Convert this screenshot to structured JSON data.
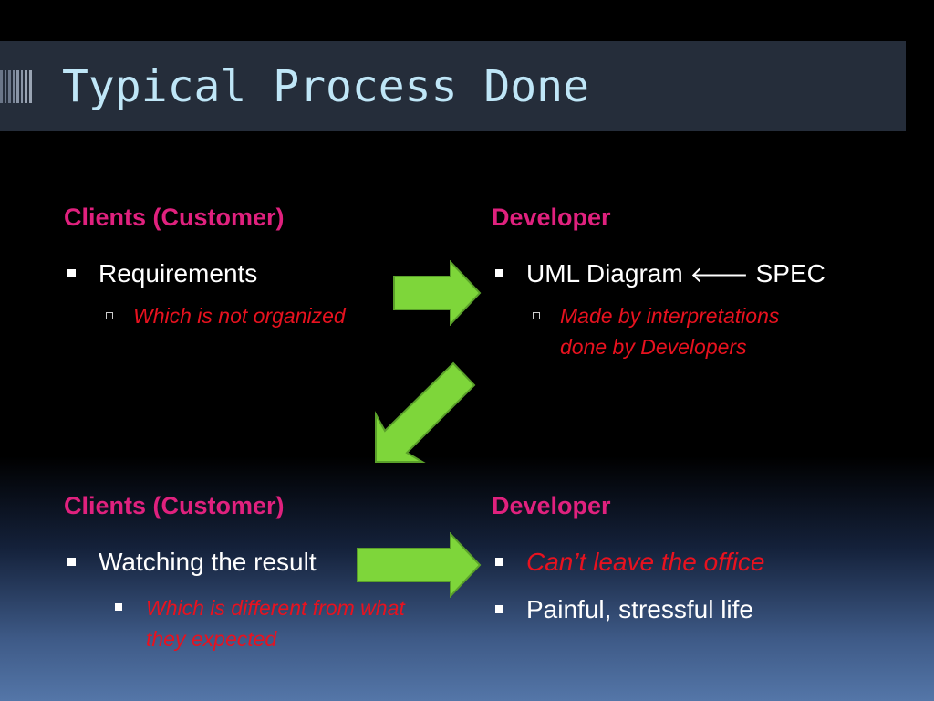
{
  "title": "Typical Process Done",
  "top": {
    "left_heading": "Clients (Customer)",
    "right_heading": "Developer",
    "left_bullet": "Requirements",
    "left_sub": "Which is not  organized",
    "right_bullet_before": "UML Diagram ",
    "right_arrow_glyph": "🡐",
    "right_bullet_after": " SPEC",
    "right_sub_line1": "Made by interpretations",
    "right_sub_line2": "done by Developers"
  },
  "bottom": {
    "left_heading": "Clients (Customer)",
    "right_heading": "Developer",
    "left_bullet": "Watching the result",
    "left_sub_line1": "Which is different from what",
    "left_sub_line2": "they expected",
    "right_bullet1": "Can’t leave the office",
    "right_bullet2": "Painful, stressful life"
  },
  "colors": {
    "heading": "#e0217e",
    "emphasis": "#e8121f",
    "arrow_fill": "#7ed63a",
    "arrow_stroke": "#5aa02a",
    "title_text": "#bfe6f7",
    "title_bar": "#252d3a"
  },
  "icons": {
    "title_decoration": "vertical-stripes-icon",
    "flow_arrows": "block-arrow-icon"
  }
}
